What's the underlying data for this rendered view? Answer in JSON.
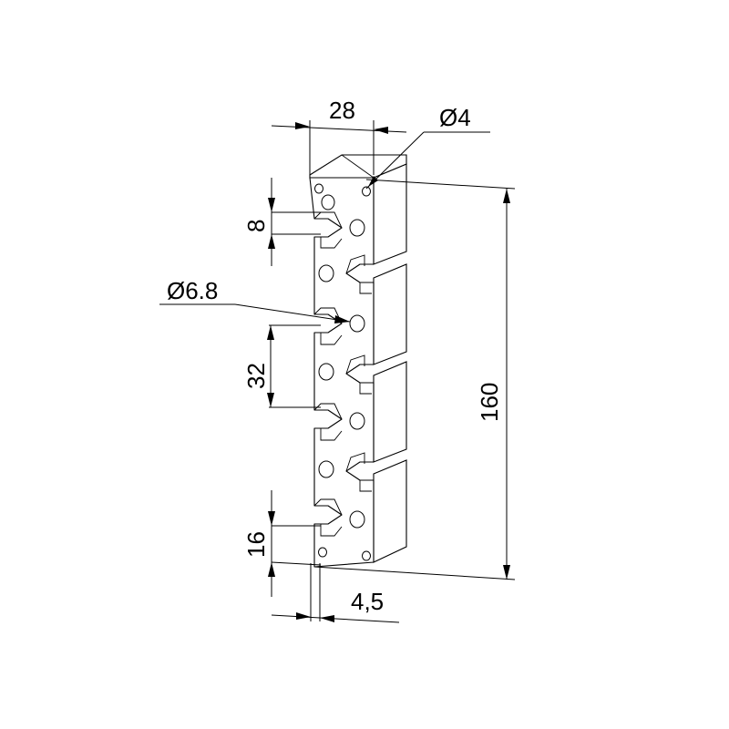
{
  "drawing": {
    "dimensions": {
      "width_top": "28",
      "hole_small": "Ø4",
      "slot_8": "8",
      "hole_large": "Ø6.8",
      "pitch_32": "32",
      "height_160": "160",
      "edge_16": "16",
      "thickness": "4,5"
    }
  }
}
